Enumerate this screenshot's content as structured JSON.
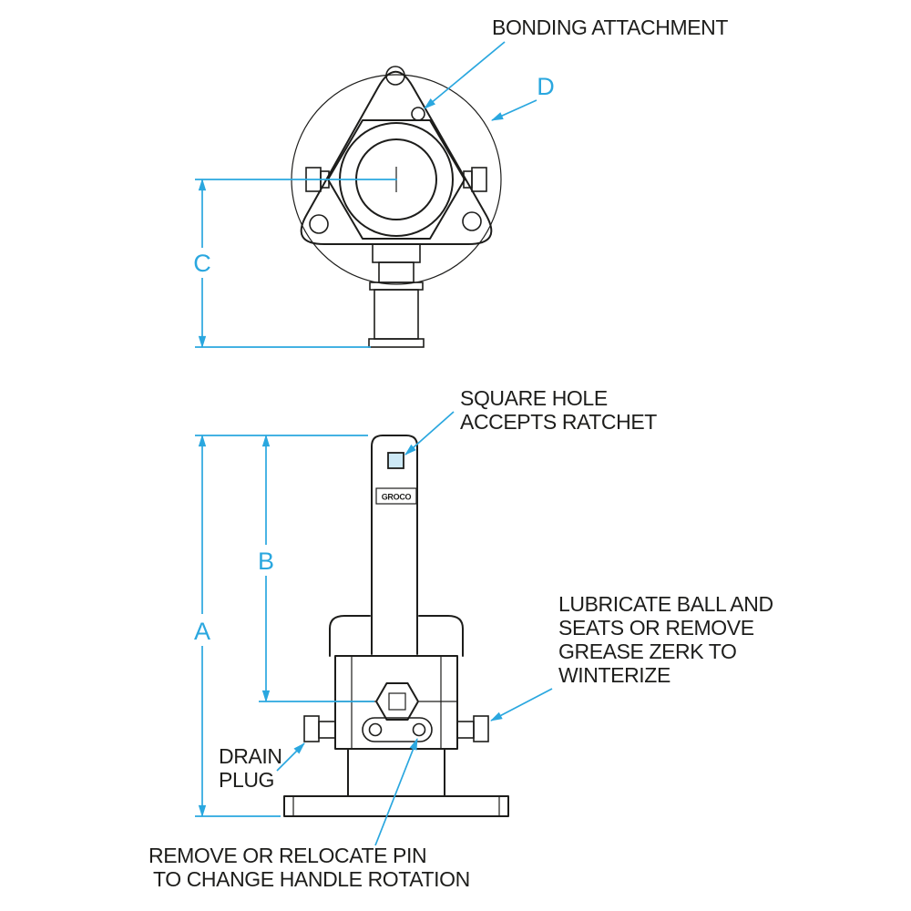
{
  "colors": {
    "ink": "#1d1d1b",
    "dimension": "#2aa7df",
    "square_hole_fill": "#cde9f6"
  },
  "top_view": {
    "bonding_label": "BONDING ATTACHMENT",
    "dim_d": "D",
    "dim_c": "C"
  },
  "side_view": {
    "square_hole_label_1": "SQUARE HOLE",
    "square_hole_label_2": "ACCEPTS RATCHET",
    "dim_a": "A",
    "dim_b": "B",
    "brand": "GROCO",
    "lubricate_label_1": "LUBRICATE BALL AND",
    "lubricate_label_2": "SEATS OR REMOVE",
    "lubricate_label_3": "GREASE ZERK TO",
    "lubricate_label_4": "WINTERIZE",
    "drain_label_1": "DRAIN",
    "drain_label_2": "PLUG",
    "pin_label_1": "REMOVE OR RELOCATE PIN",
    "pin_label_2": "TO CHANGE HANDLE ROTATION"
  }
}
